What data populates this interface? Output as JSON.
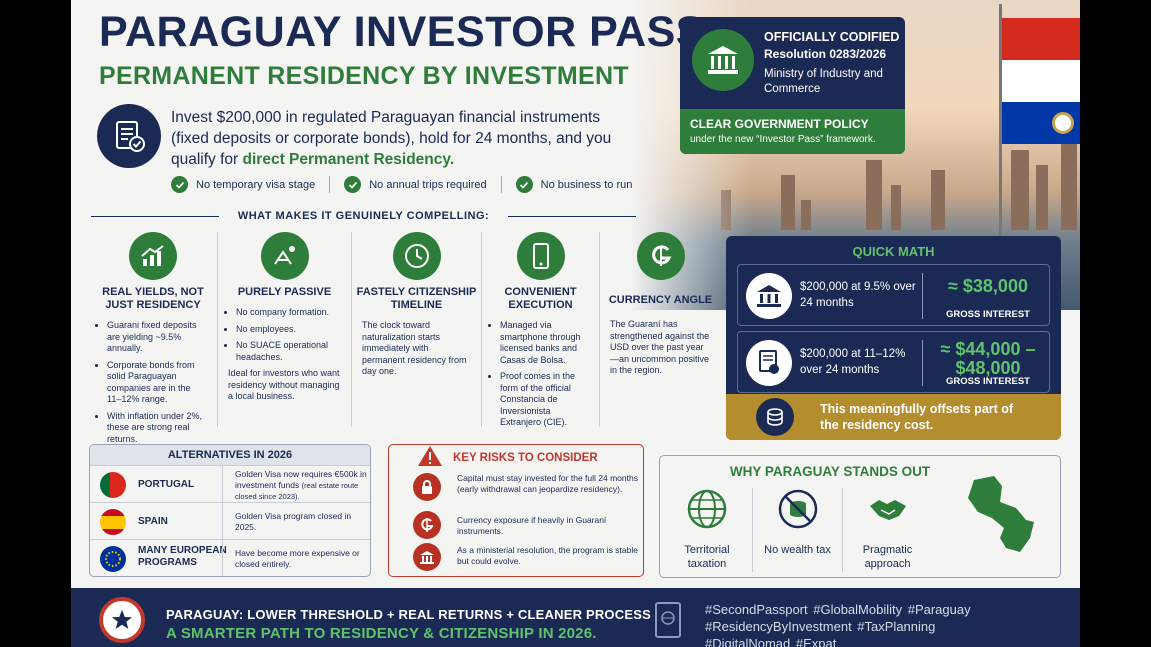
{
  "header": {
    "title": "PARAGUAY INVESTOR PASS",
    "subtitle": "PERMANENT RESIDENCY BY INVESTMENT",
    "intro_main": "Invest $200,000 in regulated Paraguayan financial instruments (fixed deposits or corporate bonds), hold for 24 months, and you qualify for",
    "intro_highlight": "direct Permanent Residency.",
    "checks": [
      "No temporary visa stage",
      "No annual trips required",
      "No business to run"
    ]
  },
  "codified": {
    "line1": "OFFICIALLY CODIFIED",
    "line2": "Resolution 0283/2026",
    "line3": "Ministry of Industry and Commerce",
    "band_title": "CLEAR GOVERNMENT POLICY",
    "band_sub": "under the new “Investor Pass” framework."
  },
  "compelling": {
    "heading": "WHAT MAKES IT GENUINELY COMPELLING:",
    "cols": [
      {
        "title": "REAL YIELDS, NOT JUST RESIDENCY",
        "icon": "chart-growth-icon",
        "bullets": [
          "Guarani fixed deposits are yielding ~9.5% annually.",
          "Corporate bonds from solid Paraguayan companies are in the 11–12% range.",
          "With inflation under 2%, these are strong real returns."
        ]
      },
      {
        "title": "PURELY PASSIVE",
        "icon": "beach-chair-icon",
        "bullets": [
          "No company formation.",
          "No employees.",
          "No SUACE operational headaches."
        ],
        "note": "Ideal for investors who want residency without managing a local business."
      },
      {
        "title": "FASTELY CITIZENSHIP TIMELINE",
        "icon": "clock-icon",
        "text": "The clock toward naturalization starts immediately with permanent residency from day one."
      },
      {
        "title": "CONVENIENT EXECUTION",
        "icon": "smartphone-icon",
        "bullets": [
          "Managed via smartphone through licensed banks and Casas de Bolsa.",
          "Proof comes in the form of the official Constancia de Inversionista Extranjero (CIE)."
        ]
      },
      {
        "title": "CURRENCY ANGLE",
        "icon": "guarani-currency-icon",
        "text": "The Guaraní has strengthened against the USD over the past year—an uncommon positive in the region."
      }
    ]
  },
  "quick_math": {
    "title": "QUICK MATH",
    "rows": [
      {
        "desc": "$200,000 at 9.5% over 24 months",
        "value": "≈ $38,000",
        "label": "GROSS INTEREST"
      },
      {
        "desc": "$200,000 at 11–12% over 24 months",
        "value": "≈ $44,000 – $48,000",
        "label": "GROSS INTEREST"
      }
    ],
    "footer": "This meaningfully offsets part of the residency cost."
  },
  "alternatives": {
    "heading": "ALTERNATIVES IN 2026",
    "rows": [
      {
        "name": "PORTUGAL",
        "desc": "Golden Visa now requires €500k in investment funds",
        "note": "(real estate route closed since 2023)."
      },
      {
        "name": "SPAIN",
        "desc": "Golden Visa program closed in 2025.",
        "note": ""
      },
      {
        "name": "MANY EUROPEAN PROGRAMS",
        "desc": "Have become more expensive or closed entirely.",
        "note": ""
      }
    ]
  },
  "risks": {
    "heading": "KEY RISKS TO CONSIDER",
    "items": [
      "Capital must stay invested for the full 24 months (early withdrawal can jeopardize residency).",
      "Currency exposure if heavily in Guaraní instruments.",
      "As a ministerial resolution, the program is stable but could evolve."
    ]
  },
  "why": {
    "heading": "WHY PARAGUAY STANDS OUT",
    "items": [
      "Territorial taxation",
      "No wealth tax",
      "Pragmatic approach"
    ]
  },
  "footer": {
    "line1": "PARAGUAY: LOWER THRESHOLD + REAL RETURNS + CLEANER PROCESS",
    "line2": "A SMARTER PATH TO RESIDENCY & CITIZENSHIP IN 2026.",
    "hashtags": "#SecondPassport  #GlobalMobility  #Paraguay  #ResidencyByInvestment  #TaxPlanning  #DigitalNomad  #Expat"
  },
  "colors": {
    "navy": "#1b2a55",
    "green": "#2f7d3a",
    "red": "#c0392b",
    "gold": "#b48d2e"
  }
}
